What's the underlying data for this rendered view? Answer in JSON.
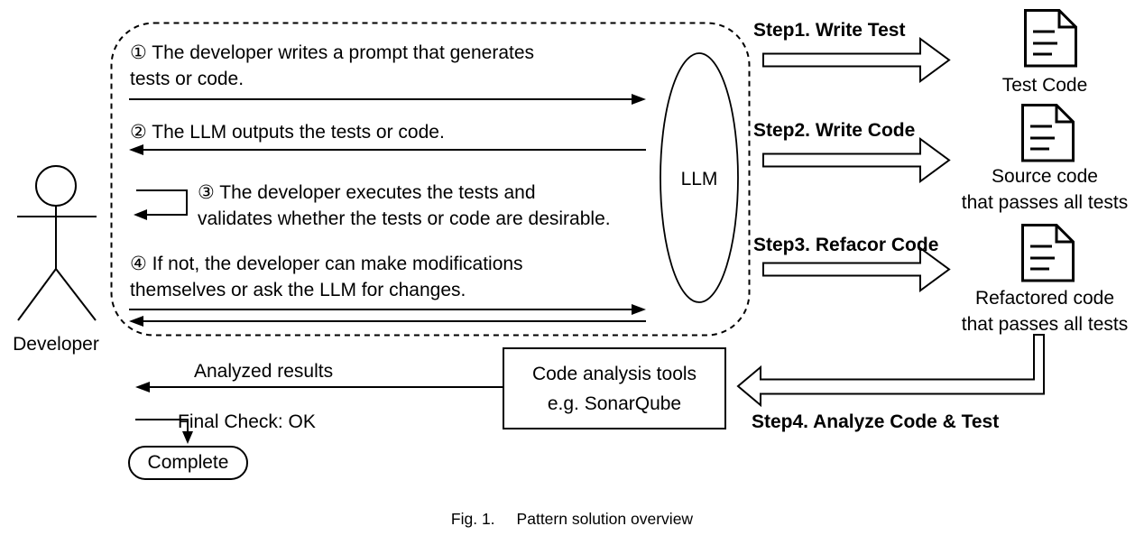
{
  "caption": {
    "fig_label": "Fig. 1.",
    "title": "Pattern solution overview"
  },
  "actors": {
    "developer_label": "Developer",
    "llm_label": "LLM"
  },
  "loop": {
    "messages": [
      {
        "id": "1",
        "direction": "developer-to-llm",
        "text": "① The developer writes a prompt that generates\ntests or code."
      },
      {
        "id": "2",
        "direction": "llm-to-developer",
        "text": "② The LLM outputs the tests or code."
      },
      {
        "id": "3",
        "direction": "self-loop",
        "text": "③ The developer executes the tests and\nvalidates whether the tests or code are desirable."
      },
      {
        "id": "4",
        "direction": "both-ways",
        "text": "④ If not, the developer can make modifications\nthemselves or ask the LLM for changes."
      }
    ]
  },
  "steps": [
    {
      "label": "Step1. Write Test",
      "artifact": "Test Code"
    },
    {
      "label": "Step2. Write Code",
      "artifact": "Source code\nthat passes all tests"
    },
    {
      "label": "Step3. Refacor Code",
      "artifact": "Refactored code\nthat passes all tests"
    },
    {
      "label": "Step4. Analyze Code & Test"
    }
  ],
  "analysis": {
    "box_text": "Code analysis tools\ne.g. SonarQube",
    "analyzed_results_label": "Analyzed results",
    "final_check_label": "Final Check: OK",
    "complete_label": "Complete"
  },
  "colors": {
    "ink": "#000000",
    "background": "#ffffff"
  }
}
